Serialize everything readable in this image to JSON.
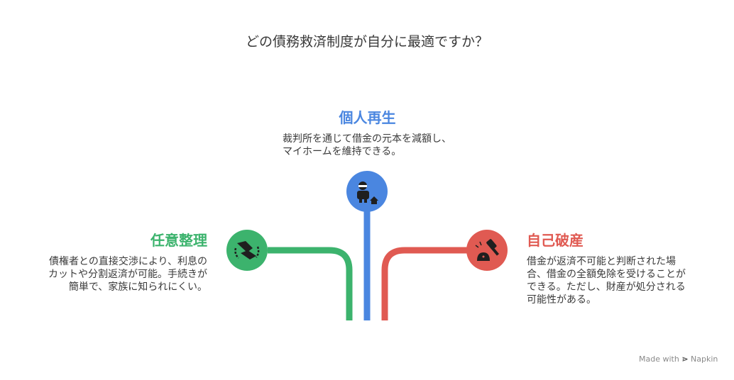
{
  "title": "どの債務救済制度が自分に最適ですか？",
  "options": {
    "center": {
      "heading": "個人再生",
      "description": "裁判所を通じて借金の元本を減額し、マイホームを維持できる。",
      "icon": "person-with-house-icon",
      "color": "#4a86e0"
    },
    "left": {
      "heading": "任意整理",
      "description": "債権者との直接交渉により、利息のカットや分割返済が可能。手続きが簡単で、家族に知られにくい。",
      "icon": "negotiation-arrows-icon",
      "color": "#3cb36d"
    },
    "right": {
      "heading": "自己破産",
      "description": "借金が返済不可能と判断された場合、借金の全額免除を受けることができる。ただし、財産が処分される可能性がある。",
      "icon": "gavel-ruling-icon",
      "color": "#e05a52"
    }
  },
  "watermark": {
    "prefix": "Made with",
    "brand": "Napkin"
  }
}
